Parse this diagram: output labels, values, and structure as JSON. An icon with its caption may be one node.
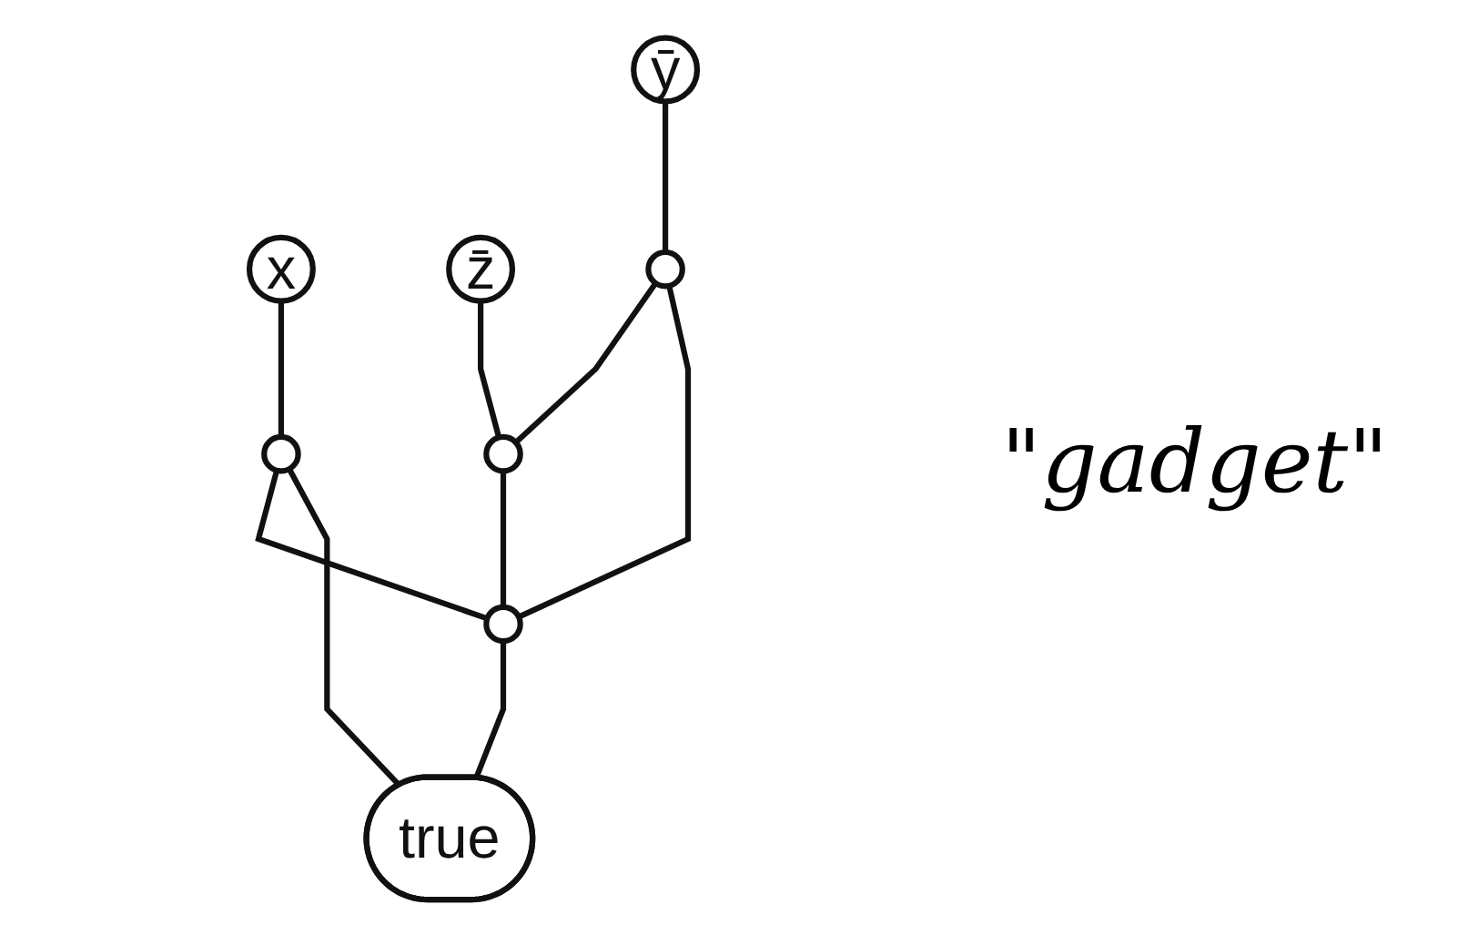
{
  "diagram": {
    "nodes": [
      {
        "text": [
          "x"
        ]
      },
      {
        "text": [
          "ȳ"
        ]
      },
      {
        "text": [
          "z̄"
        ]
      },
      {
        "text": [],
        "shape": "circle"
      },
      {
        "text": [],
        "shape": "circle"
      },
      {
        "text": [],
        "shape": "circle"
      },
      {
        "text": [],
        "shape": "circle"
      },
      {
        "text": [
          "true"
        ]
      }
    ],
    "edges": [
      {
        "from": 0,
        "to": 5,
        "arrow": "none"
      },
      {
        "from": 1,
        "to": 3,
        "arrow": "none"
      },
      {
        "from": 2,
        "to": 4,
        "arrow": "none"
      },
      {
        "from": 3,
        "to": 4,
        "arrow": "none"
      },
      {
        "from": 3,
        "to": 6,
        "arrow": "none"
      },
      {
        "from": 4,
        "to": 6,
        "arrow": "none"
      },
      {
        "from": 5,
        "to": 6,
        "arrow": "none"
      },
      {
        "from": 5,
        "to": 7,
        "arrow": "none"
      },
      {
        "from": 6,
        "to": 7,
        "arrow": "none"
      }
    ],
    "labels": [
      "\"gadget\""
    ]
  }
}
